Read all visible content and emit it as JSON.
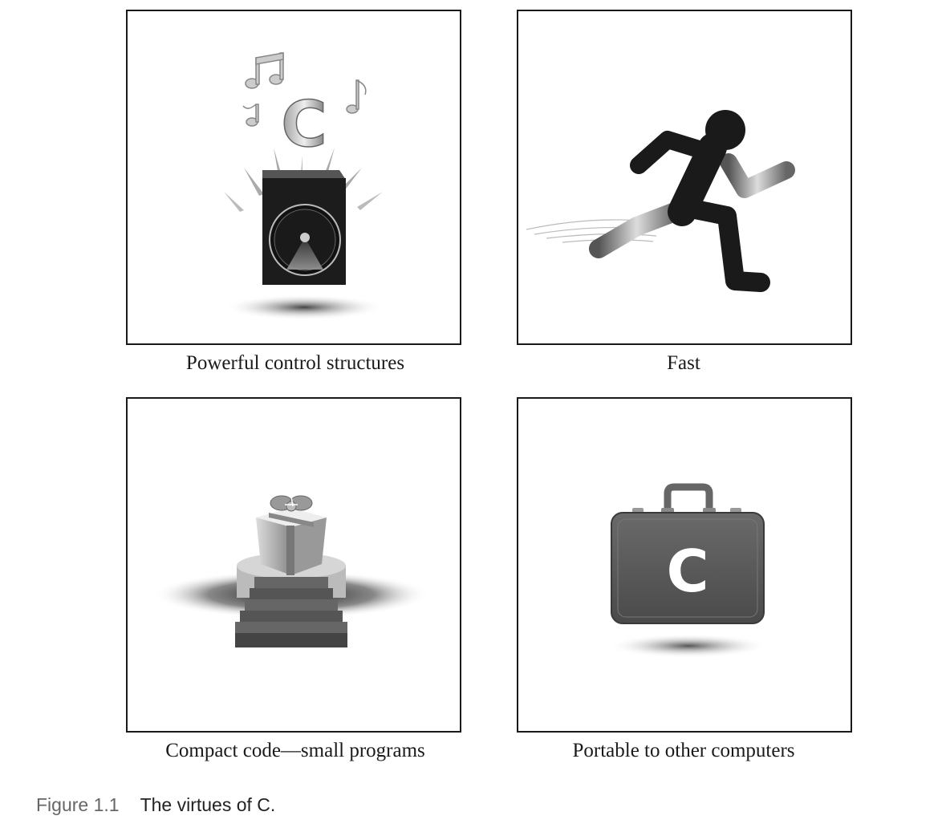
{
  "panels": [
    {
      "caption": "Powerful control structures",
      "icon": "speaker-music-icon"
    },
    {
      "caption": "Fast",
      "icon": "running-person-icon"
    },
    {
      "caption": "Compact code—small programs",
      "icon": "gift-on-stairs-icon"
    },
    {
      "caption": "Portable to other computers",
      "icon": "briefcase-icon",
      "badge": "C"
    }
  ],
  "figure": {
    "number": "Figure 1.1",
    "title": "The virtues of C."
  },
  "colors": {
    "ink": "#1a1a1a",
    "panel_border": "#1a1a1a",
    "figure_label": "#666666"
  }
}
